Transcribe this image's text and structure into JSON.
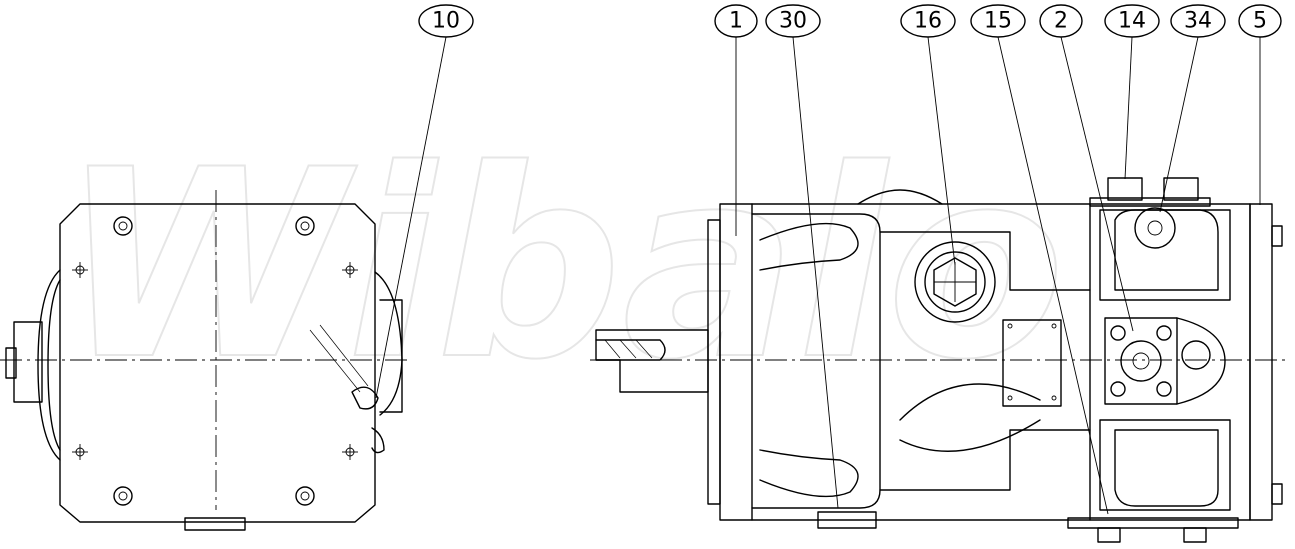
{
  "watermark": "Wibalo",
  "callouts": [
    "10",
    "1",
    "30",
    "16",
    "15",
    "2",
    "14",
    "34",
    "5"
  ]
}
